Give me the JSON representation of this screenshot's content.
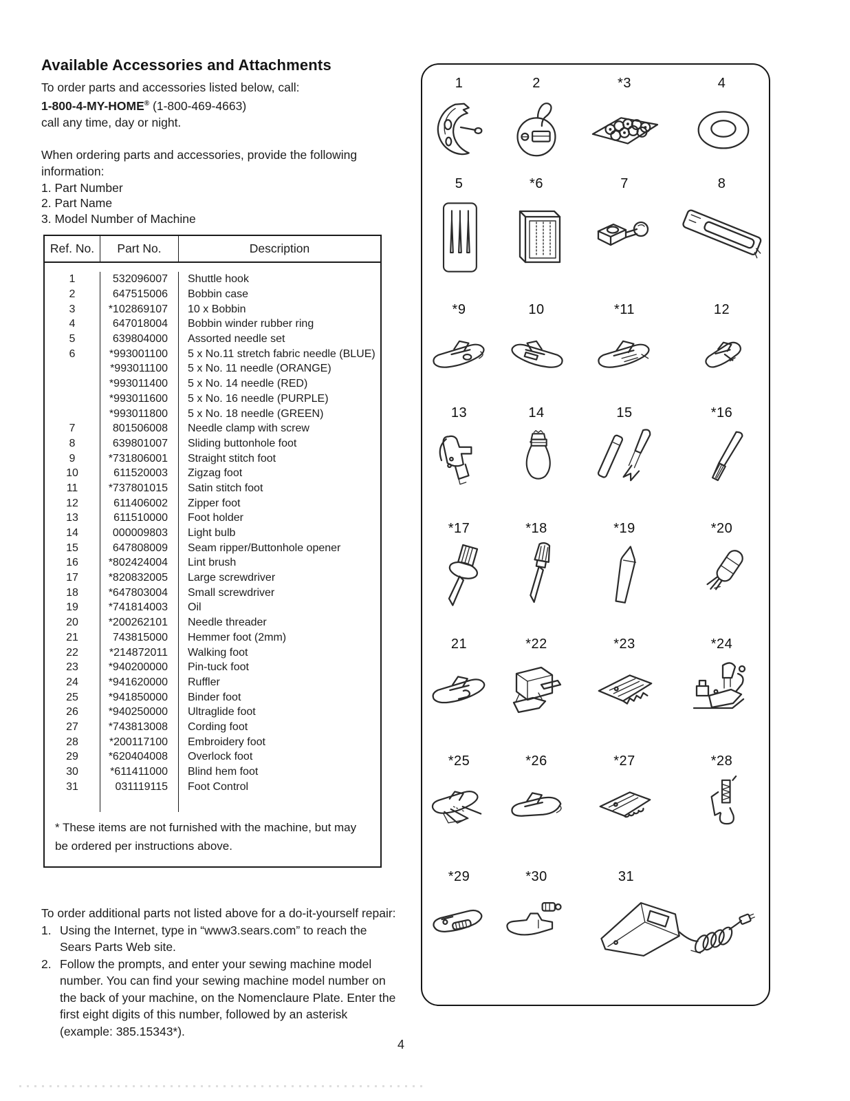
{
  "header": {
    "title": "Available Accessories and Attachments",
    "order_line1": "To order parts and accessories listed below, call:",
    "phone_bold": "1-800-4-MY-HOME",
    "phone_reg": "®",
    "phone_rest": " (1-800-469-4663)",
    "order_line3": "call any time, day or night.",
    "when_ordering": "When ordering parts and accessories, provide the following information:",
    "info_items": [
      {
        "text": "1. Part Number"
      },
      {
        "text": "2. Part Name"
      },
      {
        "text": "3. Model Number of Machine"
      }
    ]
  },
  "table": {
    "headers": {
      "ref": "Ref. No.",
      "part": "Part No.",
      "desc": "Description"
    },
    "rows": [
      {
        "ref": "1",
        "part": "532096007",
        "desc": "Shuttle hook"
      },
      {
        "ref": "2",
        "part": "647515006",
        "desc": "Bobbin case"
      },
      {
        "ref": "3",
        "part": "*102869107",
        "desc": "10 x Bobbin"
      },
      {
        "ref": "4",
        "part": "647018004",
        "desc": "Bobbin winder rubber ring"
      },
      {
        "ref": "5",
        "part": "639804000",
        "desc": "Assorted needle set"
      },
      {
        "ref": "6",
        "part": "*993001100",
        "desc": "5 x No.11 stretch fabric needle (BLUE)"
      },
      {
        "ref": "",
        "part": "*993011100",
        "desc": "5 x No. 11 needle (ORANGE)"
      },
      {
        "ref": "",
        "part": "*993011400",
        "desc": "5 x No. 14 needle (RED)"
      },
      {
        "ref": "",
        "part": "*993011600",
        "desc": "5 x No. 16 needle (PURPLE)"
      },
      {
        "ref": "",
        "part": "*993011800",
        "desc": "5 x No. 18 needle (GREEN)"
      },
      {
        "ref": "7",
        "part": "801506008",
        "desc": "Needle clamp with screw"
      },
      {
        "ref": "8",
        "part": "639801007",
        "desc": "Sliding buttonhole foot"
      },
      {
        "ref": "9",
        "part": "*731806001",
        "desc": "Straight stitch foot"
      },
      {
        "ref": "10",
        "part": "611520003",
        "desc": "Zigzag foot"
      },
      {
        "ref": "11",
        "part": "*737801015",
        "desc": "Satin stitch foot"
      },
      {
        "ref": "12",
        "part": "611406002",
        "desc": "Zipper foot"
      },
      {
        "ref": "13",
        "part": "611510000",
        "desc": "Foot holder"
      },
      {
        "ref": "14",
        "part": "000009803",
        "desc": "Light bulb"
      },
      {
        "ref": "15",
        "part": "647808009",
        "desc": "Seam ripper/Buttonhole opener"
      },
      {
        "ref": "16",
        "part": "*802424004",
        "desc": "Lint brush"
      },
      {
        "ref": "17",
        "part": "*820832005",
        "desc": "Large screwdriver"
      },
      {
        "ref": "18",
        "part": "*647803004",
        "desc": "Small screwdriver"
      },
      {
        "ref": "19",
        "part": "*741814003",
        "desc": "Oil"
      },
      {
        "ref": "20",
        "part": "*200262101",
        "desc": "Needle threader"
      },
      {
        "ref": "21",
        "part": "743815000",
        "desc": "Hemmer foot (2mm)"
      },
      {
        "ref": "22",
        "part": "*214872011",
        "desc": "Walking foot"
      },
      {
        "ref": "23",
        "part": "*940200000",
        "desc": "Pin-tuck foot"
      },
      {
        "ref": "24",
        "part": "*941620000",
        "desc": "Ruffler"
      },
      {
        "ref": "25",
        "part": "*941850000",
        "desc": "Binder foot"
      },
      {
        "ref": "26",
        "part": "*940250000",
        "desc": "Ultraglide foot"
      },
      {
        "ref": "27",
        "part": "*743813008",
        "desc": "Cording foot"
      },
      {
        "ref": "28",
        "part": "*200117100",
        "desc": "Embroidery foot"
      },
      {
        "ref": "29",
        "part": "*620404008",
        "desc": "Overlock foot"
      },
      {
        "ref": "30",
        "part": "*611411000",
        "desc": "Blind hem foot"
      },
      {
        "ref": "31",
        "part": "031119115",
        "desc": "Foot Control"
      }
    ],
    "footnote": "* These items are not furnished with the machine, but may be ordered per instructions above."
  },
  "repair": {
    "intro": "To order additional parts not listed above for a do-it-yourself repair:",
    "items": [
      {
        "num": "1.",
        "text": "Using the Internet, type in “www3.sears.com” to reach the Sears Parts Web site."
      },
      {
        "num": "2.",
        "text": "Follow the prompts, and enter your sewing machine model number. You can find your sewing machine model number on the back of your machine, on the Nomenclaure Plate. Enter the first eight digits of this number, followed by an asterisk (example: 385.15343*)."
      }
    ]
  },
  "figures": {
    "labels": [
      "1",
      "2",
      "*3",
      "4",
      "5",
      "*6",
      "7",
      "8",
      "*9",
      "10",
      "*11",
      "12",
      "13",
      "14",
      "15",
      "*16",
      "*17",
      "*18",
      "*19",
      "*20",
      "21",
      "*22",
      "*23",
      "*24",
      "*25",
      "*26",
      "*27",
      "*28",
      "*29",
      "*30",
      "31"
    ]
  },
  "page_number": "4"
}
